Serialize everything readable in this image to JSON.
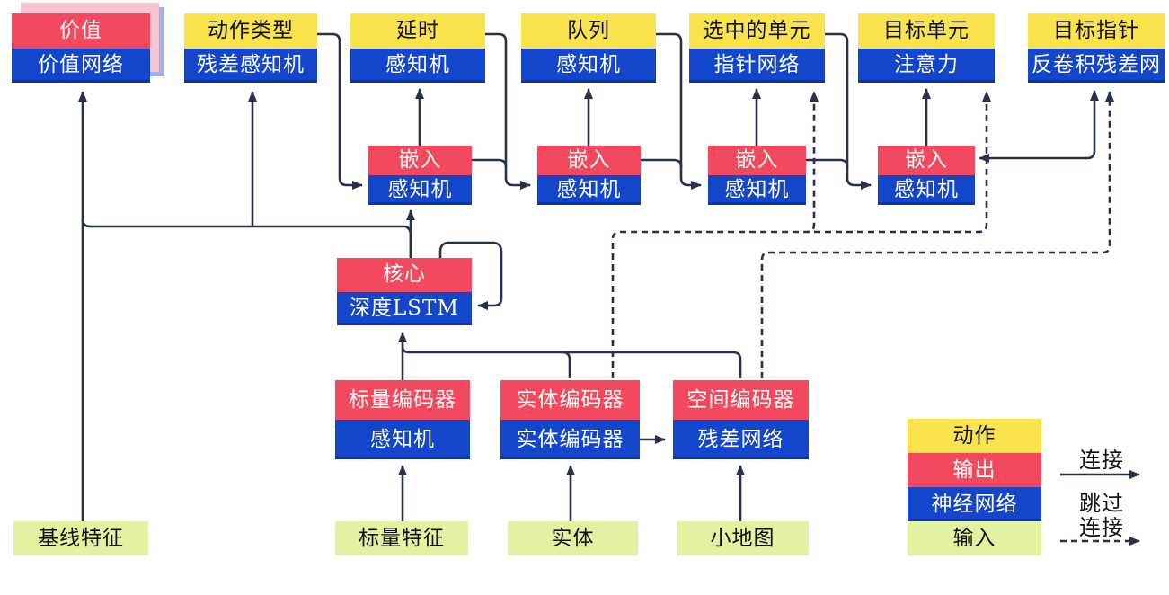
{
  "diagram": {
    "heads": [
      {
        "action": "价值",
        "network": "价值网络"
      },
      {
        "action": "动作类型",
        "network": "残差感知机"
      },
      {
        "action": "延时",
        "network": "感知机"
      },
      {
        "action": "队列",
        "network": "感知机"
      },
      {
        "action": "选中的单元",
        "network": "指针网络"
      },
      {
        "action": "目标单元",
        "network": "注意力"
      },
      {
        "action": "目标指针",
        "network": "反卷积残差网"
      }
    ],
    "embeds": [
      {
        "output": "嵌入",
        "network": "感知机"
      },
      {
        "output": "嵌入",
        "network": "感知机"
      },
      {
        "output": "嵌入",
        "network": "感知机"
      },
      {
        "output": "嵌入",
        "network": "感知机"
      }
    ],
    "core": {
      "output": "核心",
      "network": "深度LSTM"
    },
    "encoders": [
      {
        "output": "标量编码器",
        "network": "感知机"
      },
      {
        "output": "实体编码器",
        "network": "实体编码器"
      },
      {
        "output": "空间编码器",
        "network": "残差网络"
      }
    ],
    "inputs": [
      "基线特征",
      "标量特征",
      "实体",
      "小地图"
    ],
    "legend": {
      "action": "动作",
      "output": "输出",
      "network": "神经网络",
      "input": "输入",
      "solid_label": "连接",
      "skip_label_line1": "跳过",
      "skip_label_line2": "连接"
    },
    "colors": {
      "yellow": "#FBE34D",
      "red": "#F2495E",
      "blue": "#1446CB",
      "green": "#E2F2A0",
      "pink_shadow": "#F9C4D2",
      "blue_shadow": "#9FB3EF",
      "line": "#28304E"
    }
  }
}
